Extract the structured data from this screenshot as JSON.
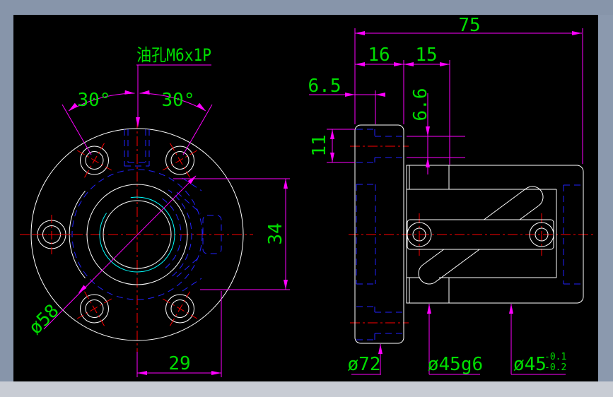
{
  "app": {
    "type": "cad-drawing-viewport",
    "canvas_bg": "#000000"
  },
  "frame": {
    "top_color": "#8795aa",
    "left_color": "#8795aa",
    "right_color": "#8b99ae",
    "bottom_color": "#c8ccd4"
  },
  "layers": {
    "geometry": "#ffffff",
    "hidden": "#2222ff",
    "center": "#ff0000",
    "dimension": "#ff00ff",
    "text": "#00dd00",
    "thread": "#00ffff"
  },
  "annotation": {
    "oil_hole_label": "油孔M6x1P"
  },
  "dims": {
    "d75": "75",
    "d16": "16",
    "d15": "15",
    "d65": "6.5",
    "d66": "6.6",
    "d11": "11",
    "d34": "34",
    "d29": "29",
    "d30l": "30°",
    "d30r": "30°",
    "d58": "ø58",
    "d72": "ø72",
    "d45g6": "ø45g6",
    "d45": "ø45",
    "d45_tol_upper": "-0.1",
    "d45_tol_lower": "-0.2"
  }
}
